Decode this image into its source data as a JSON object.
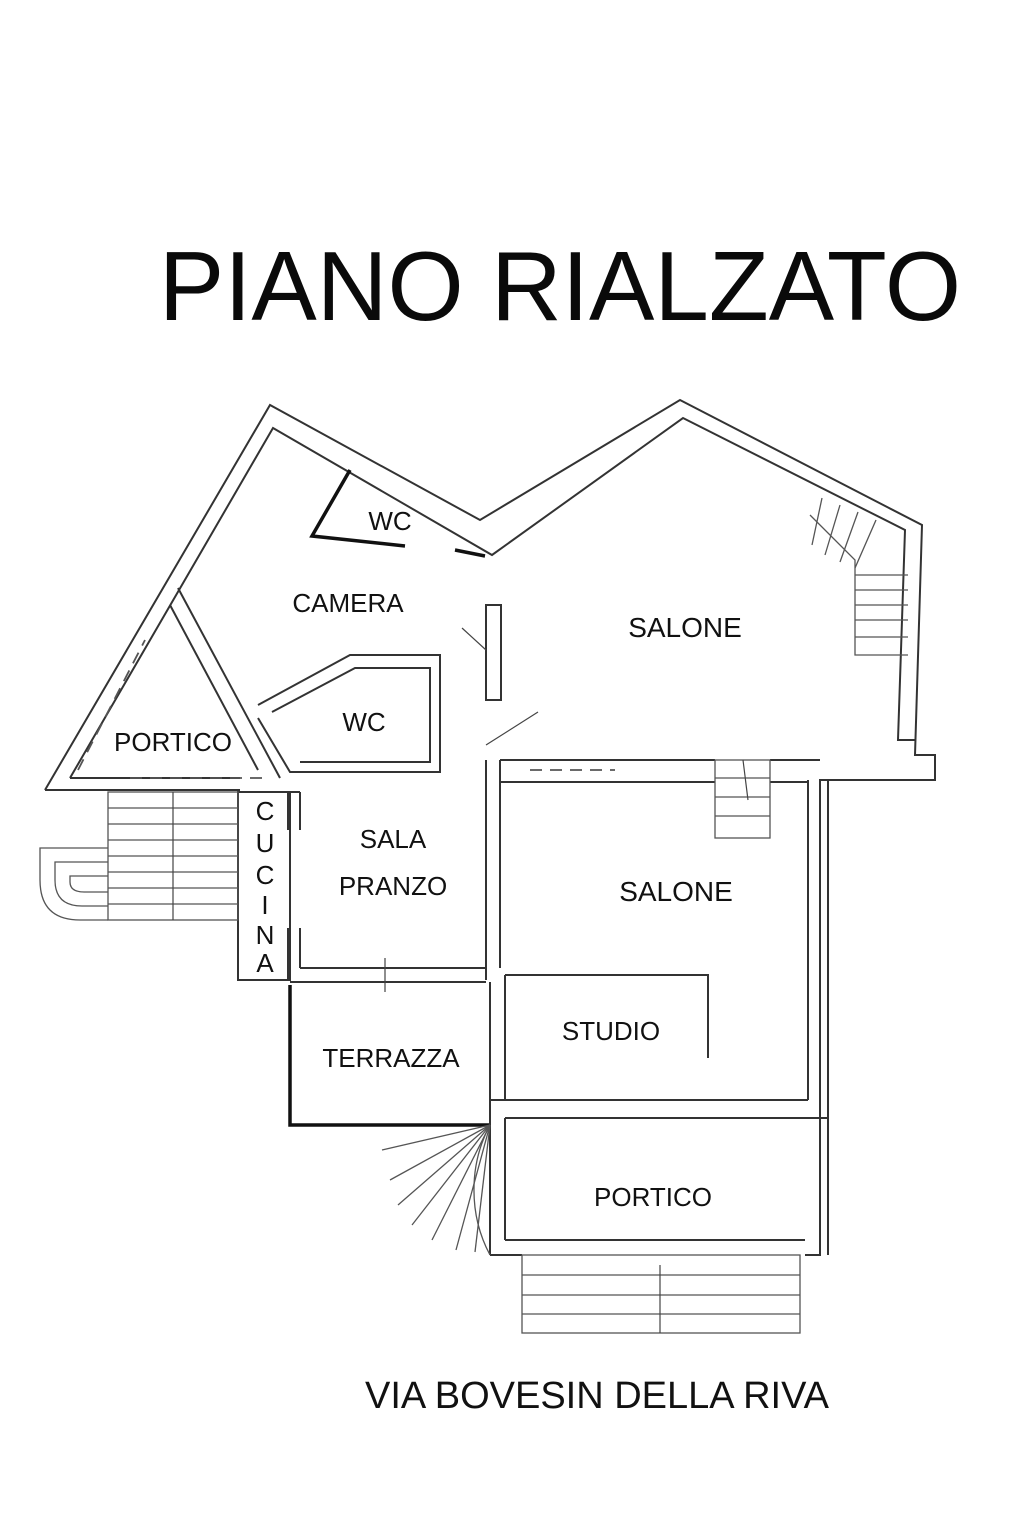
{
  "title": "PIANO RIALZATO",
  "street": "VIA BOVESIN DELLA RIVA",
  "rooms": {
    "wc_upper": "WC",
    "camera": "CAMERA",
    "salone_upper": "SALONE",
    "wc_lower": "WC",
    "portico_left": "PORTICO",
    "cucina_letters": [
      "C",
      "U",
      "C",
      "I",
      "N",
      "A"
    ],
    "sala": "SALA",
    "pranzo": "PRANZO",
    "salone_lower": "SALONE",
    "studio": "STUDIO",
    "terrazza": "TERRAZZA",
    "portico_bottom": "PORTICO"
  }
}
